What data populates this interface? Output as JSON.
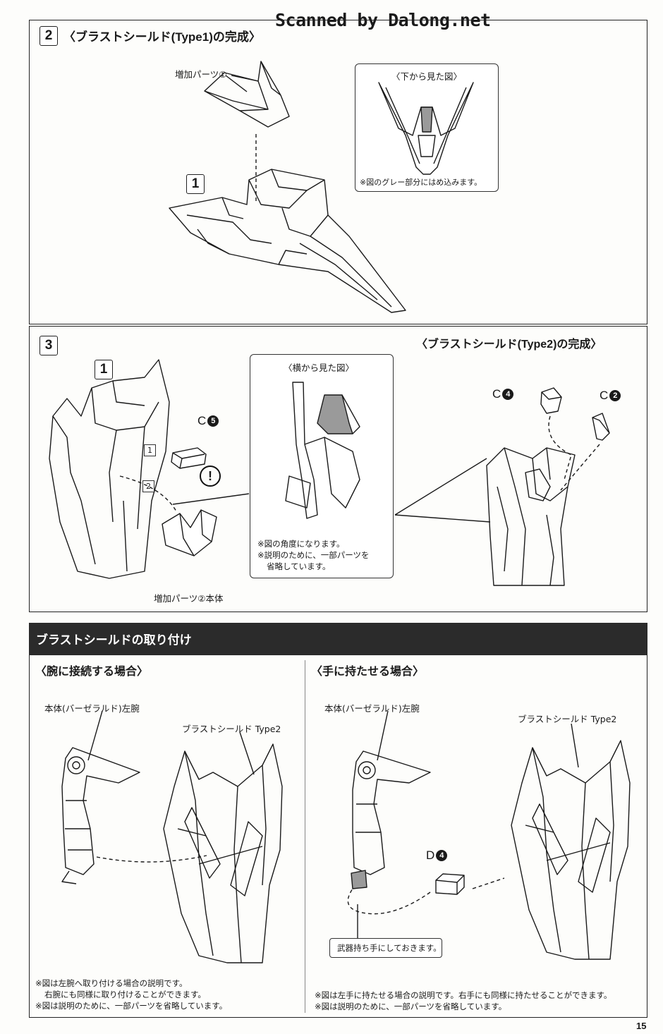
{
  "watermark": "Scanned by Dalong.net",
  "page_number": "15",
  "step2": {
    "number": "2",
    "title": "〈ブラストシールド(Type1)の完成〉",
    "part_label": "増加パーツ①",
    "marker": "1",
    "inset_title": "〈下から見た図〉",
    "inset_note": "※図のグレー部分にはめ込みます。"
  },
  "step3": {
    "number": "3",
    "marker_main": "1",
    "callout_letter": "C",
    "callout_num": "5",
    "sub_marker_1": "1",
    "sub_marker_2": "2",
    "caution_symbol": "!",
    "part_label": "増加パーツ②本体",
    "inset_title": "〈横から見た図〉",
    "inset_note_1": "※図の角度になります。",
    "inset_note_2": "※説明のために、一部パーツを",
    "inset_note_3": "省略しています。"
  },
  "type2": {
    "title": "〈ブラストシールド(Type2)の完成〉",
    "callout_a_letter": "C",
    "callout_a_num": "4",
    "callout_b_letter": "C",
    "callout_b_num": "2"
  },
  "attach": {
    "banner": "ブラストシールドの取り付け",
    "arm": {
      "title": "〈腕に接続する場合〉",
      "body_label": "本体(バーゼラルド)左腕",
      "shield_label": "ブラストシールド Type2",
      "note_1": "※図は左腕へ取り付ける場合の説明です。",
      "note_2": "右腕にも同様に取り付けることができます。",
      "note_3": "※図は説明のために、一部パーツを省略しています。"
    },
    "hand": {
      "title": "〈手に持たせる場合〉",
      "body_label": "本体(バーゼラルド)左腕",
      "shield_label": "ブラストシールド Type2",
      "part_letter": "D",
      "part_num": "4",
      "hand_note": "武器持ち手にしておきます。",
      "note_1": "※図は左手に持たせる場合の説明です。右手にも同様に持たせることができます。",
      "note_2": "※図は説明のために、一部パーツを省略しています。"
    }
  }
}
